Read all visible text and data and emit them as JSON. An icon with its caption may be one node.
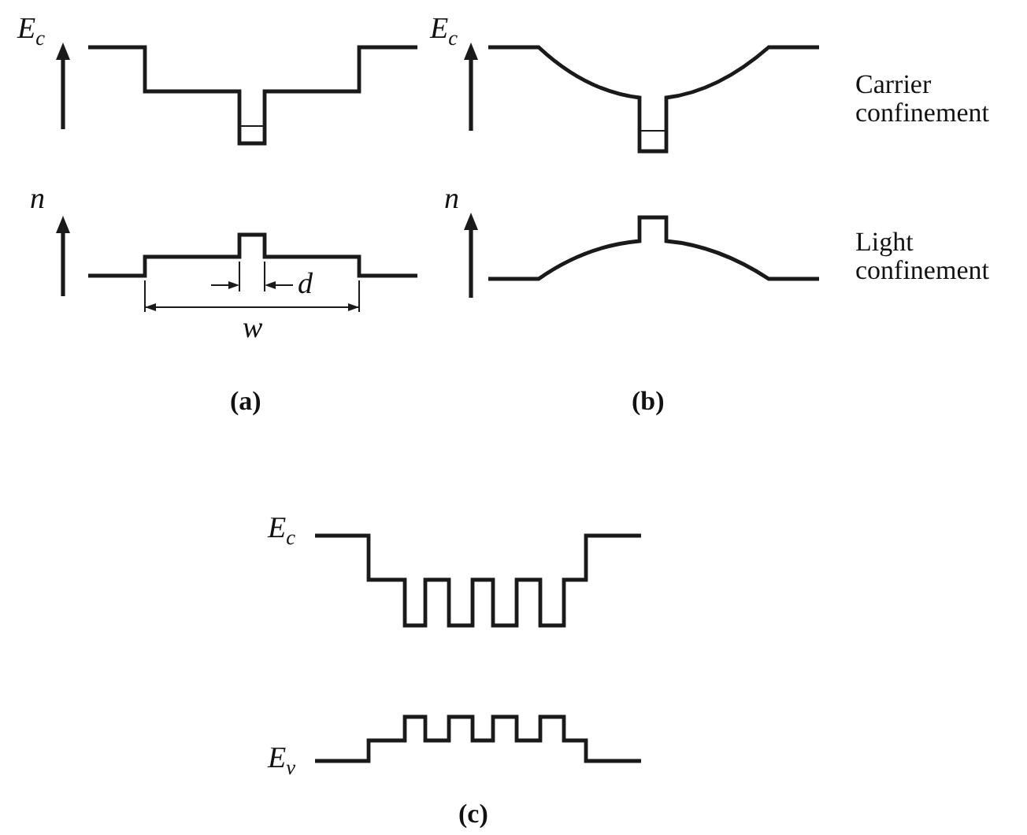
{
  "diagram": {
    "labels": [
      "E$_{c}$",
      "E$_{c}$",
      "Carrier confinement",
      "n",
      "n",
      "Light confinement",
      "d",
      "w",
      "(a)",
      "(b)",
      "E$_{c}$",
      "E$_{v}$",
      "(c)"
    ]
  }
}
